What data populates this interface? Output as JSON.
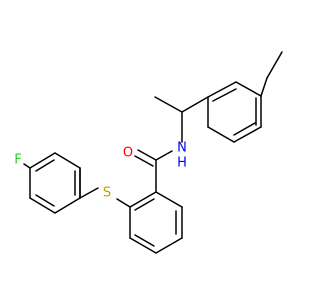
{
  "molecule": {
    "colors": {
      "bond": "#000000",
      "carbon": "#000000",
      "oxygen": "#ff0000",
      "nitrogen": "#0000ff",
      "sulfur": "#b8a000",
      "fluorine": "#33cc33"
    },
    "atom_labels": {
      "oxygen": "O",
      "nitrogen": "N",
      "hydrogen": "H",
      "sulfur": "S",
      "fluorine": "F"
    }
  }
}
